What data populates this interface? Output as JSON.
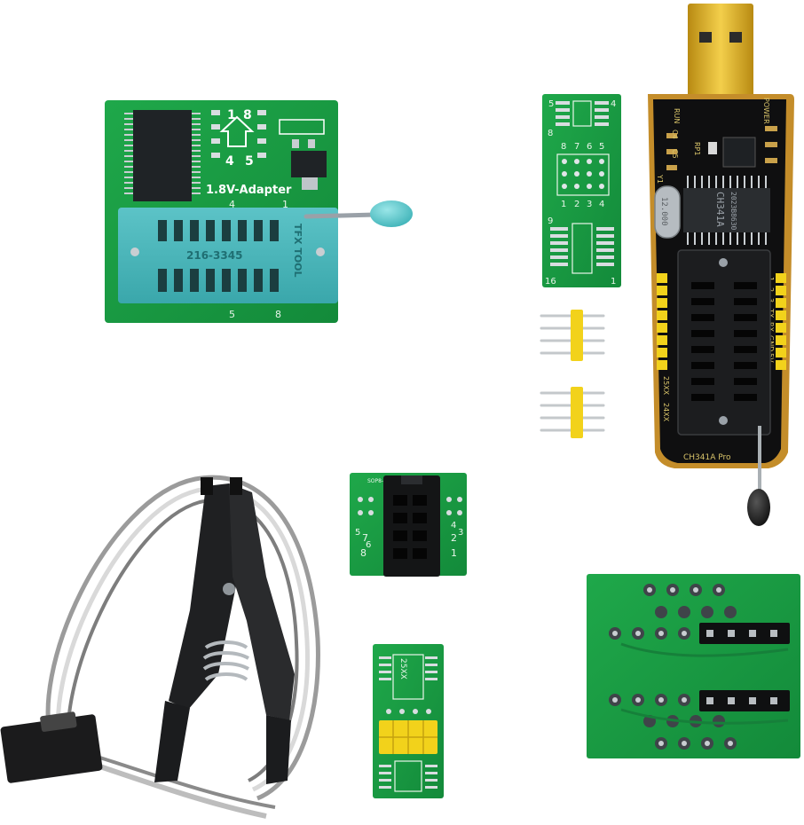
{
  "adapter_board": {
    "title": "1.8V-Adapter",
    "pin_labels": [
      "1",
      "8",
      "4",
      "5"
    ],
    "edge_labels": [
      "4",
      "1",
      "5",
      "8"
    ],
    "socket_text": "216-3345",
    "socket_brand": "TFX TOOL"
  },
  "programmer_board": {
    "label_run": "RUN",
    "label_power": "POWER",
    "label_crystal": "12.000",
    "label_chip": "CH341A",
    "label_chip_code": "2023B8630",
    "label_rp1": "RP1",
    "label_y1": "Y1",
    "label_c4": "C4",
    "label_c5": "C5",
    "side_labels": [
      "1",
      "2",
      "3",
      "TX",
      "RX",
      "GND",
      "5V"
    ],
    "label_25xx": "25XX",
    "label_24xx": "24XX",
    "model": "CH341A Pro"
  },
  "soic_board": {
    "top_pins": [
      "5",
      "4"
    ],
    "header_pins": [
      "8",
      "7",
      "6",
      "5",
      "1",
      "2",
      "3",
      "4"
    ],
    "side_pins": [
      "8",
      "9",
      "16",
      "1"
    ]
  },
  "small_adapter": {
    "label": "SOP8-1.5",
    "pins_left": [
      "5",
      "6",
      "7",
      "8"
    ],
    "pins_right": [
      "4",
      "3",
      "2",
      "1"
    ]
  },
  "bottom_adapter": {
    "label": "25XX"
  }
}
